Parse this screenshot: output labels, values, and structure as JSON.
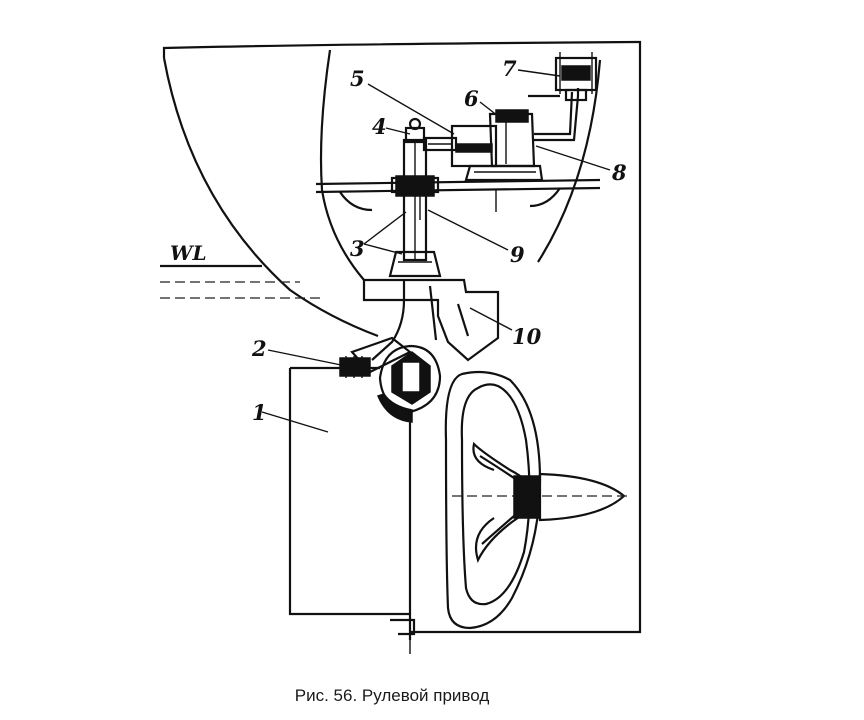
{
  "figure": {
    "caption": "Рис. 56. Рулевой привод",
    "waterline_label": "WL",
    "part_labels": {
      "l1": "1",
      "l2": "2",
      "l3": "3",
      "l4": "4",
      "l5": "5",
      "l6": "6",
      "l7": "7",
      "l8": "8",
      "l9": "9",
      "l10": "10"
    },
    "colors": {
      "ink": "#111111",
      "background": "#ffffff"
    }
  }
}
